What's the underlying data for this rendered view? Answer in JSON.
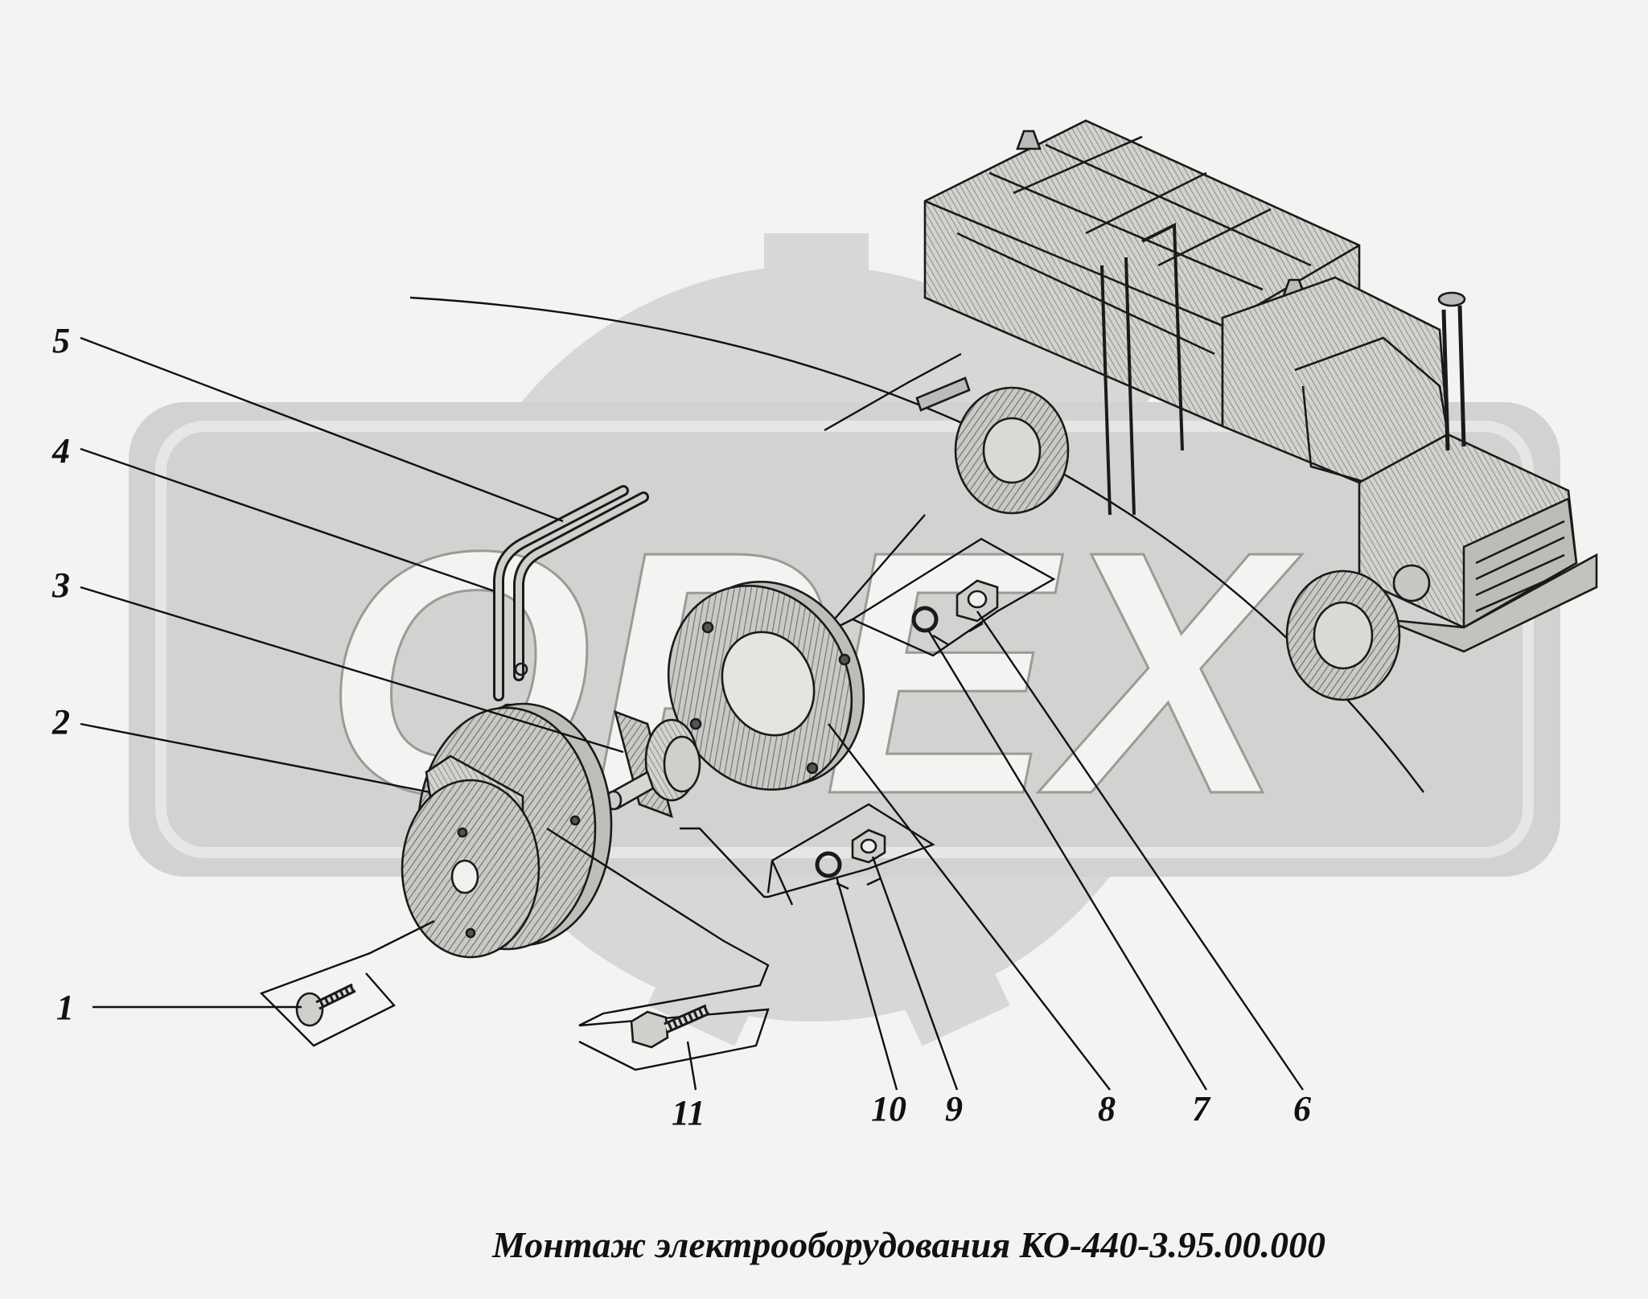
{
  "watermark": {
    "text": "OPEX"
  },
  "callouts": [
    {
      "id": "1",
      "label": "1"
    },
    {
      "id": "2",
      "label": "2"
    },
    {
      "id": "3",
      "label": "3"
    },
    {
      "id": "4",
      "label": "4"
    },
    {
      "id": "5",
      "label": "5"
    },
    {
      "id": "6",
      "label": "6"
    },
    {
      "id": "7",
      "label": "7"
    },
    {
      "id": "8",
      "label": "8"
    },
    {
      "id": "9",
      "label": "9"
    },
    {
      "id": "10",
      "label": "10"
    },
    {
      "id": "11",
      "label": "11"
    }
  ],
  "caption": "Монтаж электрооборудования КО-440-3.95.00.000"
}
